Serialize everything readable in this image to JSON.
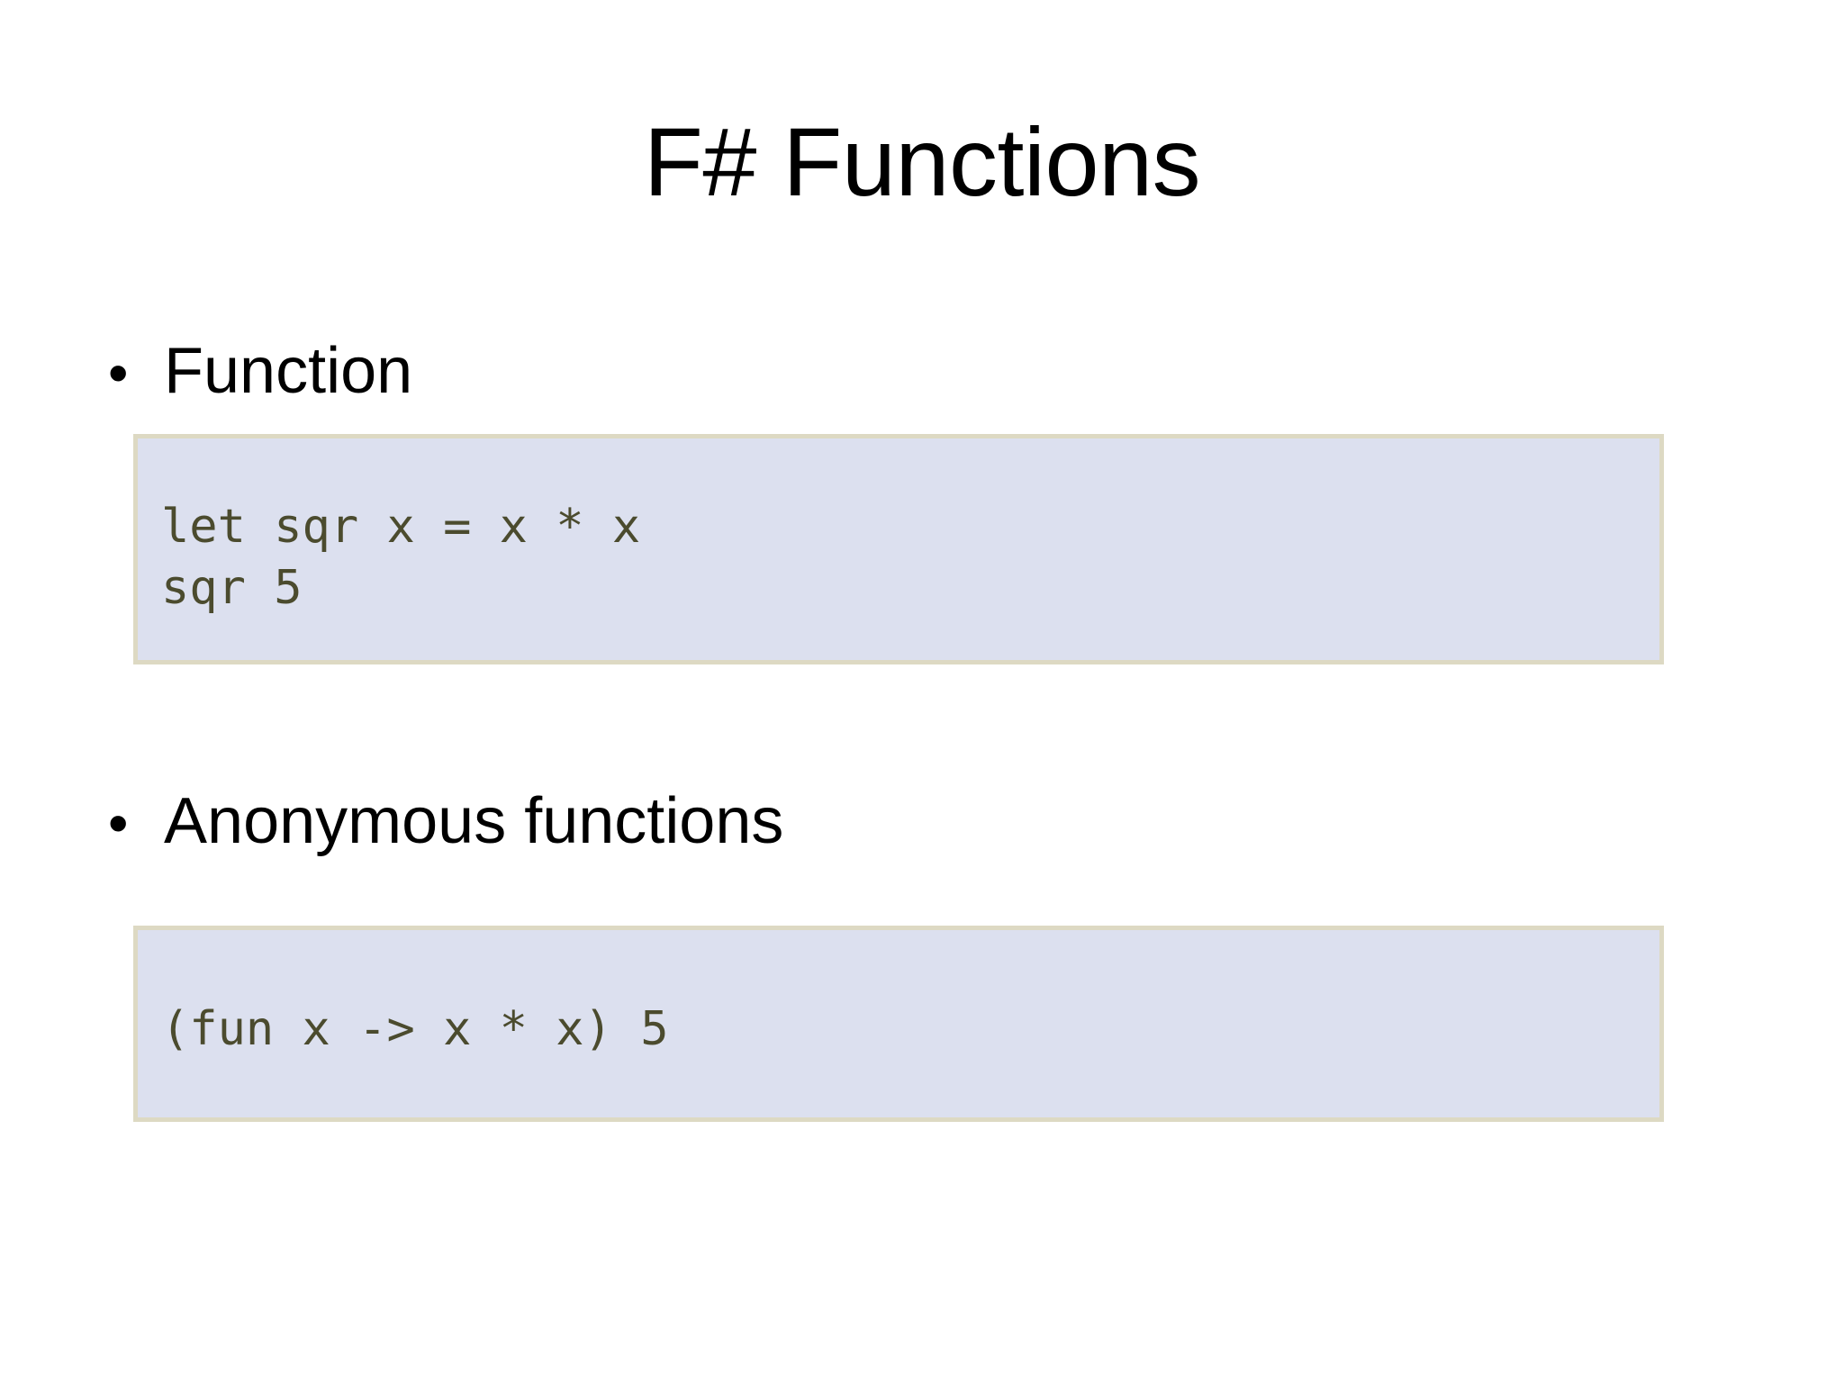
{
  "slide": {
    "title": "F# Functions",
    "background_color": "#FFFFFF",
    "title_color": "#000000",
    "bullet_marker": "•",
    "code_box": {
      "fill_color": "#DCE0EF",
      "border_color": "#DDD9C3",
      "text_color": "#4B4B2E"
    }
  },
  "sections": [
    {
      "bullet_label": "Function",
      "code": "let sqr x = x * x\nsqr 5"
    },
    {
      "bullet_label": "Anonymous functions",
      "code": "(fun x -> x * x) 5"
    }
  ]
}
